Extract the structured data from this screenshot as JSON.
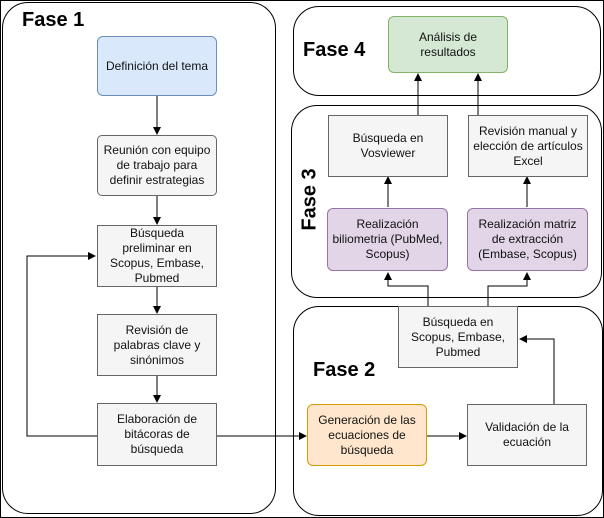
{
  "phases": {
    "fase1": "Fase 1",
    "fase2": "Fase 2",
    "fase3": "Fase 3",
    "fase4": "Fase 4"
  },
  "nodes": {
    "definicion": "Definición del tema",
    "reunion": "Reunión con equipo de trabajo para definir estrategias",
    "busqueda_preliminar": "Búsqueda preliminar en Scopus, Embase, Pubmed",
    "revision_palabras": "Revisión de palabras clave y sinónimos",
    "elaboracion": "Elaboración de bitácoras de búsqueda",
    "generacion": "Generación de las ecuaciones de búsqueda",
    "validacion": "Validación de la ecuación",
    "busqueda_scopus": "Búsqueda en Scopus, Embase, Pubmed",
    "bibliometria": "Realización biliometria (PubMed, Scopus)",
    "matriz": "Realización matriz de extracción (Embase, Scopus)",
    "vosviewer": "Búsqueda en Vosviewer",
    "revision_manual": "Revisión manual y elección de artículos Excel",
    "analisis": "Análisis de resultados"
  },
  "colors": {
    "blue_fill": "#dae8fc",
    "green_fill": "#d5e8d4",
    "purple_fill": "#e1d5e7",
    "orange_fill": "#ffe6cc",
    "gray_fill": "#f5f5f5"
  }
}
